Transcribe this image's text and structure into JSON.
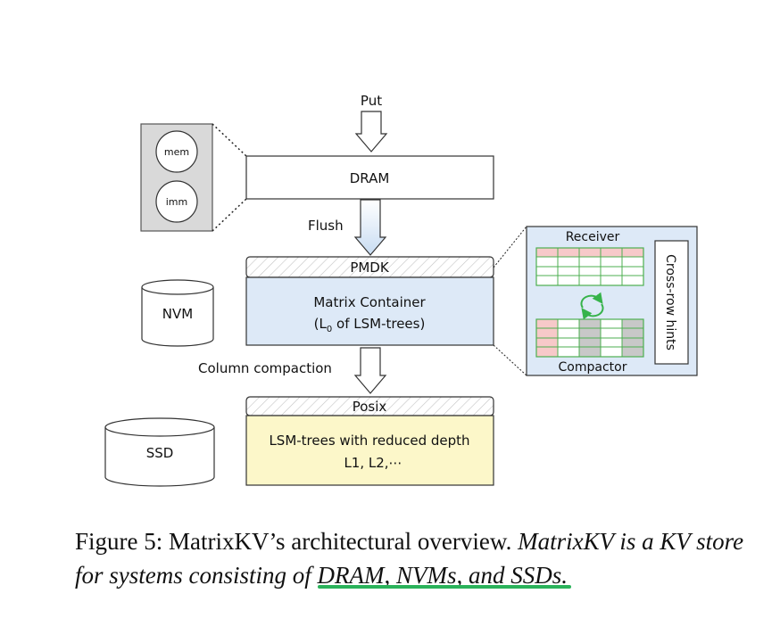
{
  "diagram": {
    "put_label": "Put",
    "mem_label": "mem",
    "imm_label": "imm",
    "dram_label": "DRAM",
    "flush_label": "Flush",
    "pmdk_label": "PMDK",
    "matrix_container_line1": "Matrix Container",
    "matrix_container_line2_prefix": "(L",
    "matrix_container_line2_sub": "0",
    "matrix_container_line2_suffix": " of LSM-trees)",
    "nvm_label": "NVM",
    "receiver_label": "Receiver",
    "compactor_label": "Compactor",
    "cross_row_hints_label": "Cross-row hints",
    "column_compaction_label": "Column compaction",
    "posix_label": "Posix",
    "lsm_line1": "LSM-trees with reduced depth",
    "lsm_line2": "L1, L2,⋯",
    "ssd_label": "SSD"
  },
  "caption": {
    "part1": "Figure 5: MatrixKV’s architectural overview. ",
    "part2": "MatrixKV is a KV store for systems consisting of ",
    "part3": "DRAM, NVMs, and SSDs."
  },
  "colors": {
    "matrix_container_fill": "#dde9f7",
    "lsm_box_fill": "#fcf7c9",
    "mem_panel_fill": "#d9d9d9",
    "receiver_row_fill": "#f7c9c9",
    "compactor_gray": "#c8c8c8",
    "grid_green": "#4caf50",
    "cycle_green": "#36b34a",
    "underline_green": "#2ab25a"
  }
}
